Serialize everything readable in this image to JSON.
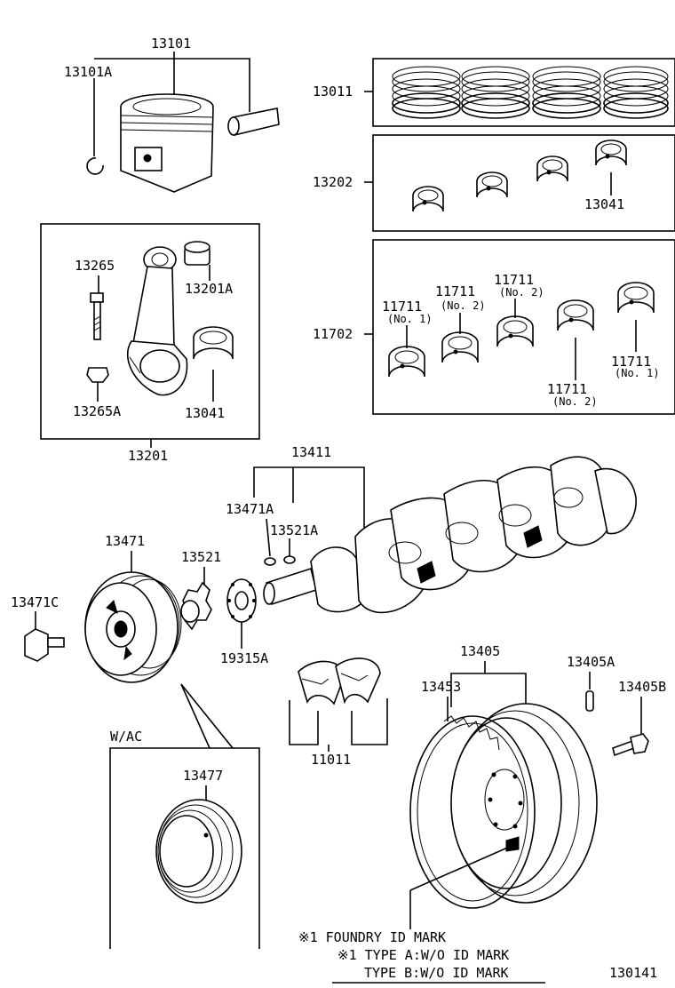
{
  "parts": {
    "piston_sub": "13101",
    "snap_ring": "13101A",
    "ring_set": "13011",
    "rod_bearing_set": "13202",
    "rod_bearing_top": "13041",
    "rod_bolt": "13265",
    "pin_bushing": "13201A",
    "rod_nut": "13265A",
    "rod_bearing_left": "13041",
    "conrod_sub": "13201",
    "main_bearing_set": "11702",
    "mb_1": "11711",
    "mb_1_note": "(No. 1)",
    "mb_2": "11711",
    "mb_2_note": "(No. 2)",
    "mb_3": "11711",
    "mb_3_note": "(No. 2)",
    "mb_4": "11711",
    "mb_4_note": "(No. 1)",
    "mb_5": "11711",
    "mb_5_note": "(No. 2)",
    "crankshaft": "13411",
    "crank_key_a": "13471A",
    "crank_key_b": "13521A",
    "pulley": "13471",
    "crank_gear": "13521",
    "pulley_bolt": "13471C",
    "pulley_washer": "19315A",
    "thrust_washer": "11011",
    "flywheel_sub": "13405",
    "flywheel_pin": "13405A",
    "ring_gear": "13453",
    "flywheel_bolt": "13405B",
    "ac_pulley": "13477"
  },
  "variant_label": "W/AC",
  "notes": {
    "line1": "※1  FOUNDRY ID MARK",
    "line2": "※1 TYPE  A:W/O  ID MARK",
    "line3": "TYPE  B:W/O  ID MARK"
  },
  "illustration_number": "130141"
}
